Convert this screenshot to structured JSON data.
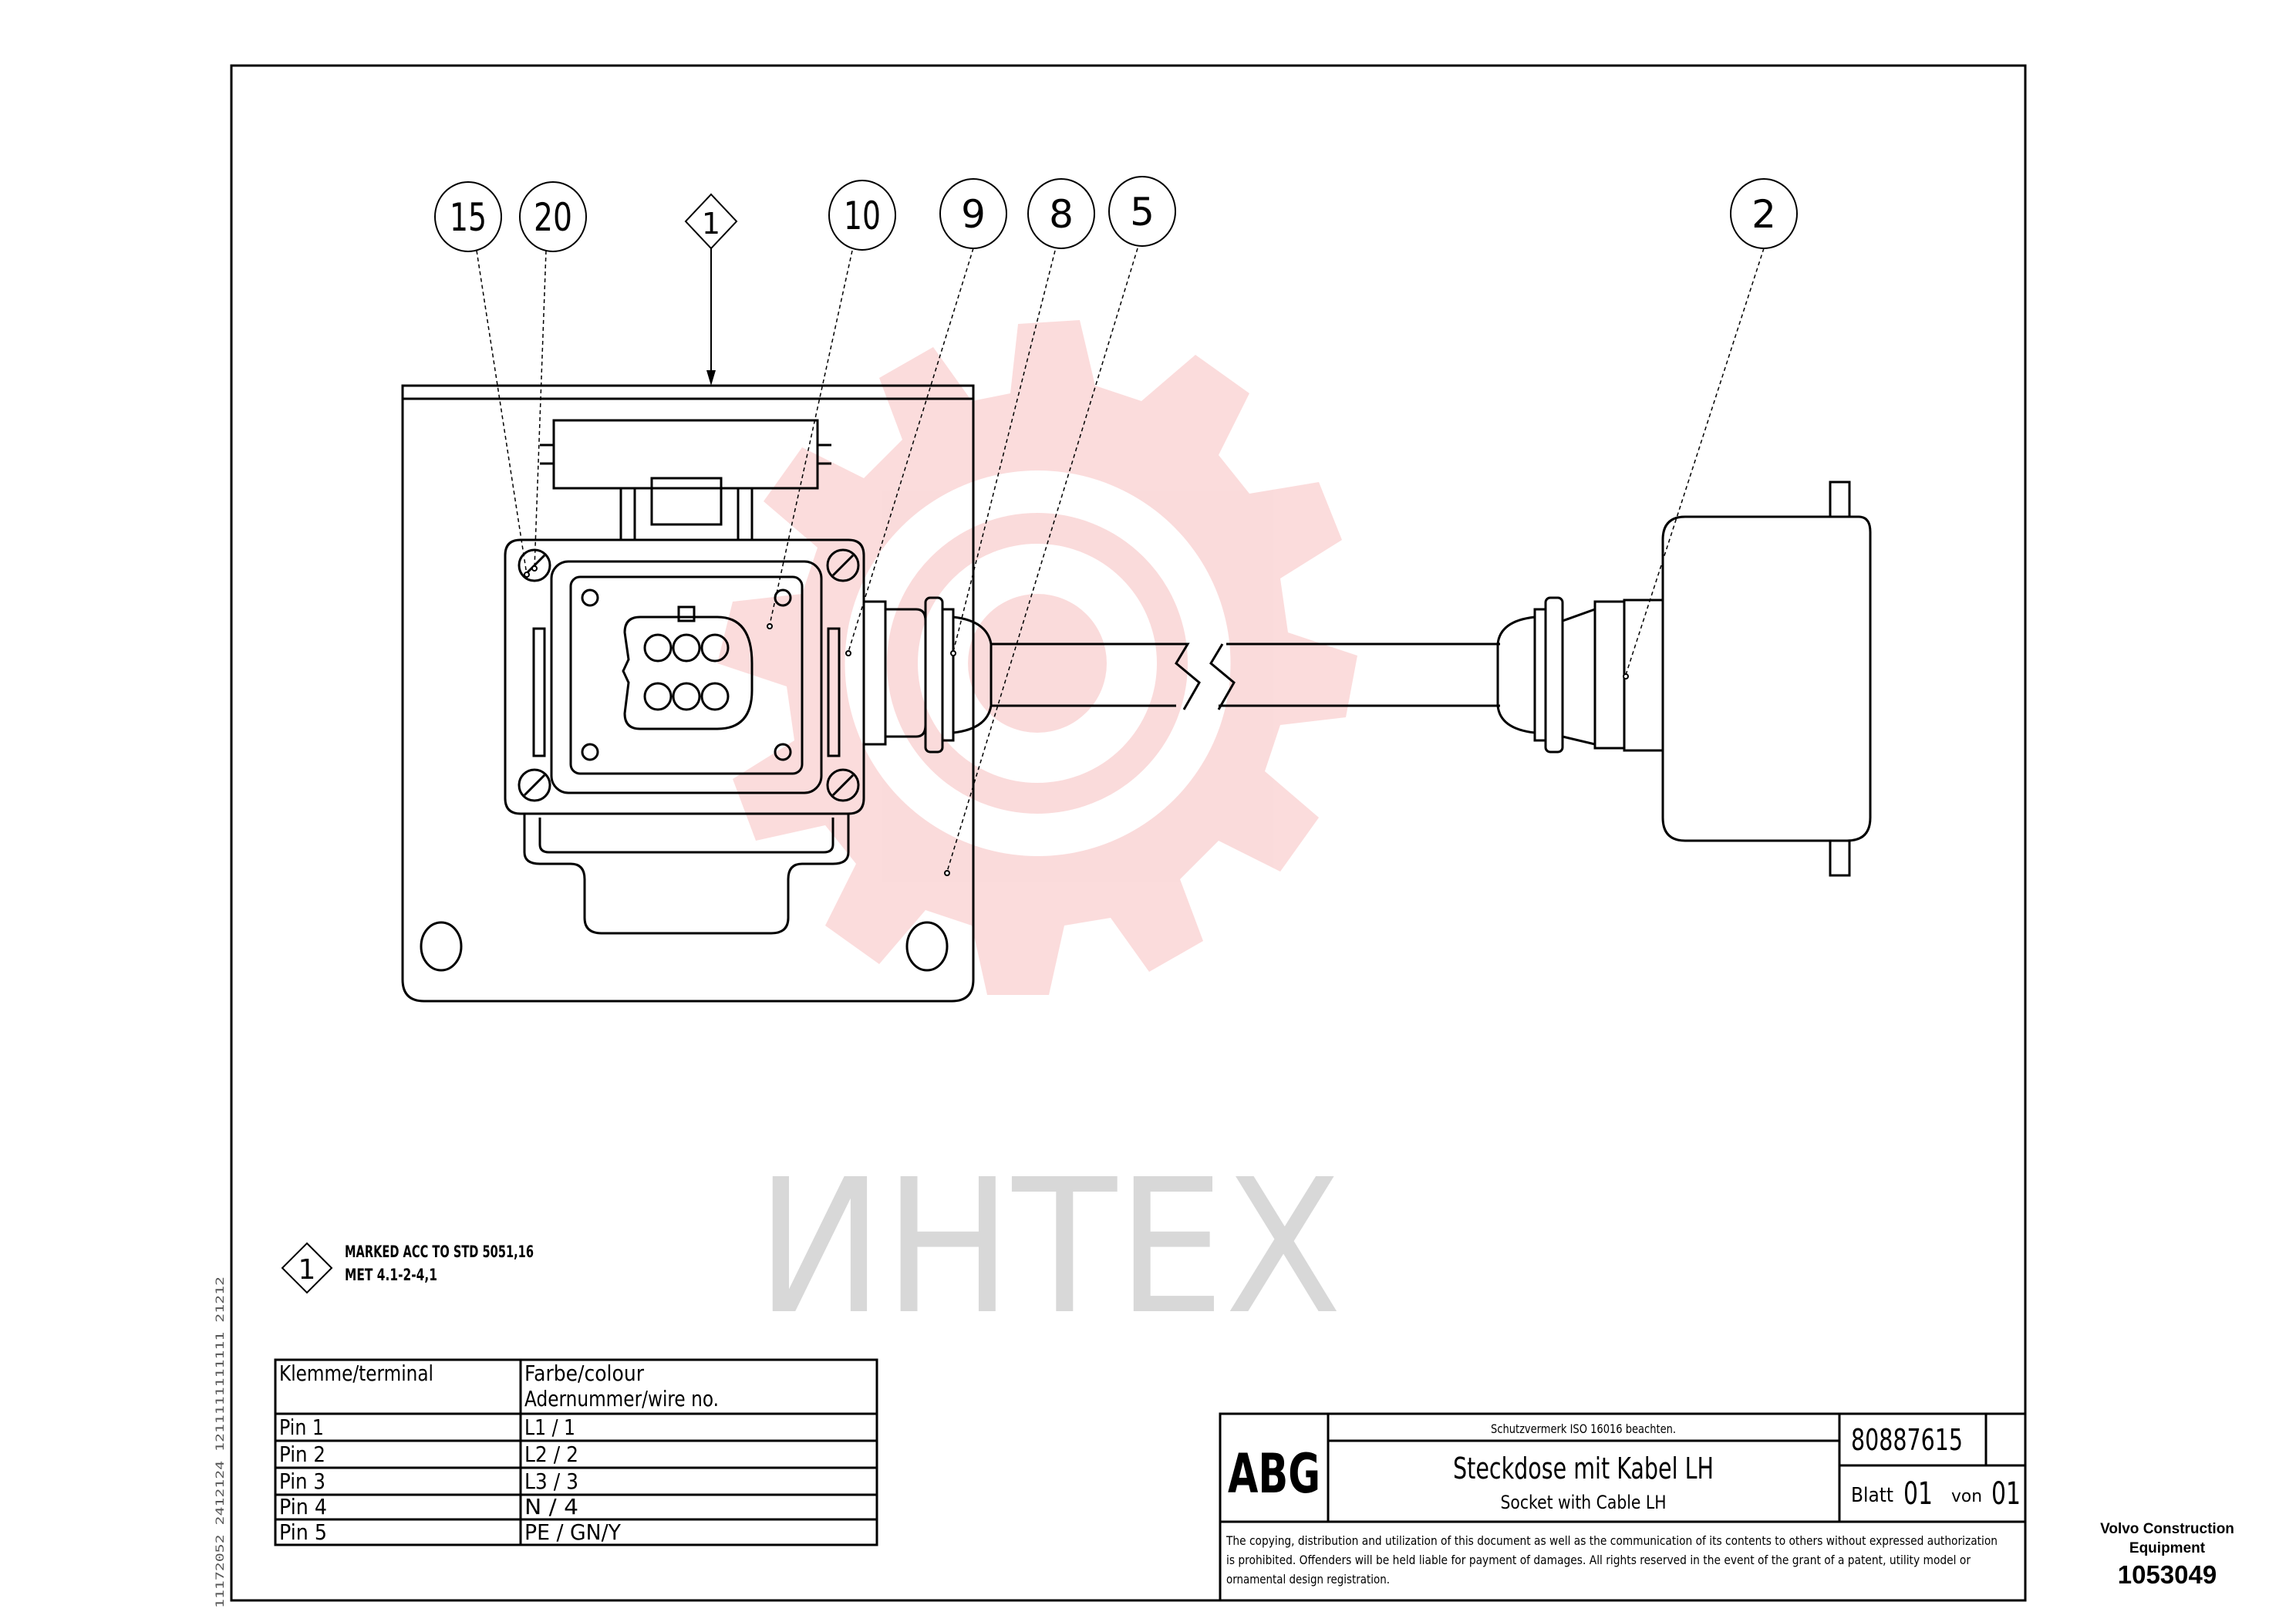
{
  "callouts": {
    "c15": "15",
    "c20": "20",
    "c10": "10",
    "c9": "9",
    "c8": "8",
    "c5": "5",
    "c2": "2",
    "marker": "1"
  },
  "note": {
    "marker": "1",
    "line1": "MARKED ACC TO STD 5051,16",
    "line2": "MET 4.1-2-4,1"
  },
  "terminal_table": {
    "header_col1": "Klemme/terminal",
    "header_col2_line1": "Farbe/colour",
    "header_col2_line2": "Adernummer/wire no.",
    "rows": [
      {
        "pin": "Pin 1",
        "wire": "L1 / 1"
      },
      {
        "pin": "Pin 2",
        "wire": "L2 / 2"
      },
      {
        "pin": "Pin 3",
        "wire": "L3 / 3"
      },
      {
        "pin": "Pin 4",
        "wire": "N / 4"
      },
      {
        "pin": "Pin 5",
        "wire": "PE / GN/Y"
      }
    ]
  },
  "title_block": {
    "logo": "ABG",
    "protection_note": "Schutzvermerk ISO 16016 beachten.",
    "title_de": "Steckdose mit Kabel LH",
    "title_en": "Socket with Cable LH",
    "drawing_number": "80887615",
    "sheet_label": "Blatt",
    "sheet_value": "01",
    "of_label": "von",
    "of_value": "01",
    "copyright_1": "The copying, distribution and utilization of this document as well as the communication of its contents to others without expressed authorization",
    "copyright_2": "is prohibited. Offenders will be held liable for payment of damages. All rights reserved in the event of the grant of a patent, utility model or",
    "copyright_3": "ornamental design registration."
  },
  "watermark": {
    "text": "ИНТЕХ",
    "color": "#f4a8a8"
  },
  "corner_label": {
    "company": "Volvo Construction Equipment",
    "number": "1053049"
  },
  "side_margin_text": "11172052 2412124 1211111111111 21212"
}
